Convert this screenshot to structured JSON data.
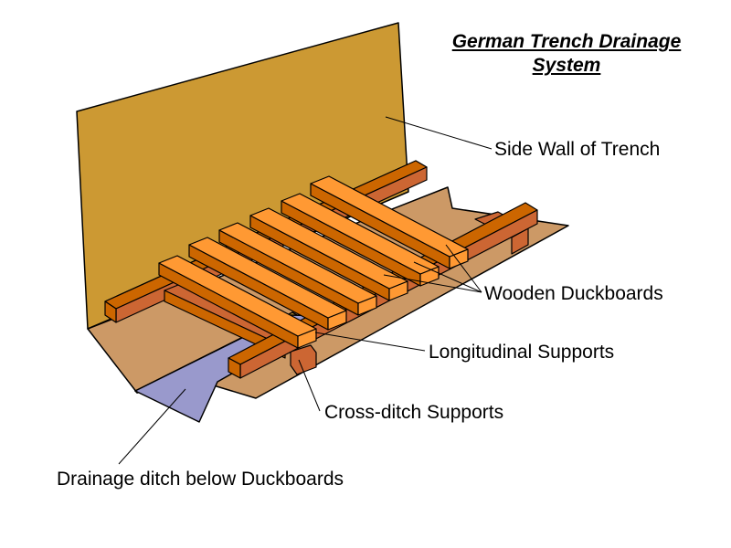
{
  "title": {
    "line1": "German Trench Drainage",
    "line2": "System"
  },
  "labels": {
    "side_wall": "Side Wall of Trench",
    "duckboards": "Wooden Duckboards",
    "longitudinal": "Longitudinal Supports",
    "cross_ditch": "Cross-ditch Supports",
    "ditch": "Drainage ditch below Duckboards"
  },
  "colors": {
    "wall": "#CC9933",
    "floor": "#CC9966",
    "ditch_water": "#9999CC",
    "board_top": "#FF9933",
    "board_side": "#CC6600",
    "support": "#CC6633",
    "outline": "#000000"
  }
}
